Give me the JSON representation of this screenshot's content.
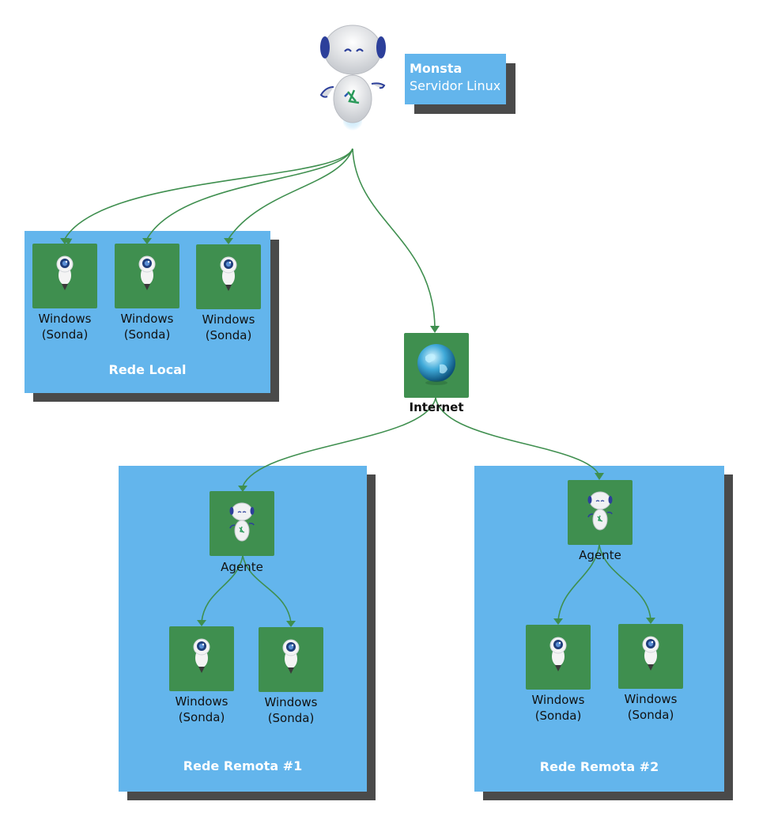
{
  "server": {
    "name": "Monsta",
    "subtitle": "Servidor Linux"
  },
  "local_network": {
    "label": "Rede Local",
    "probes": [
      {
        "line1": "Windows",
        "line2": "(Sonda)"
      },
      {
        "line1": "Windows",
        "line2": "(Sonda)"
      },
      {
        "line1": "Windows",
        "line2": "(Sonda)"
      }
    ]
  },
  "internet": {
    "label": "Internet"
  },
  "remote_networks": [
    {
      "label": "Rede Remota #1",
      "agent_label": "Agente",
      "probes": [
        {
          "line1": "Windows",
          "line2": "(Sonda)"
        },
        {
          "line1": "Windows",
          "line2": "(Sonda)"
        }
      ]
    },
    {
      "label": "Rede Remota #2",
      "agent_label": "Agente",
      "probes": [
        {
          "line1": "Windows",
          "line2": "(Sonda)"
        },
        {
          "line1": "Windows",
          "line2": "(Sonda)"
        }
      ]
    }
  ],
  "colors": {
    "panel": "#63b5ec",
    "node": "#3f8f4f",
    "connector": "#3f8f4f",
    "shadow": "#4a4a4a"
  }
}
